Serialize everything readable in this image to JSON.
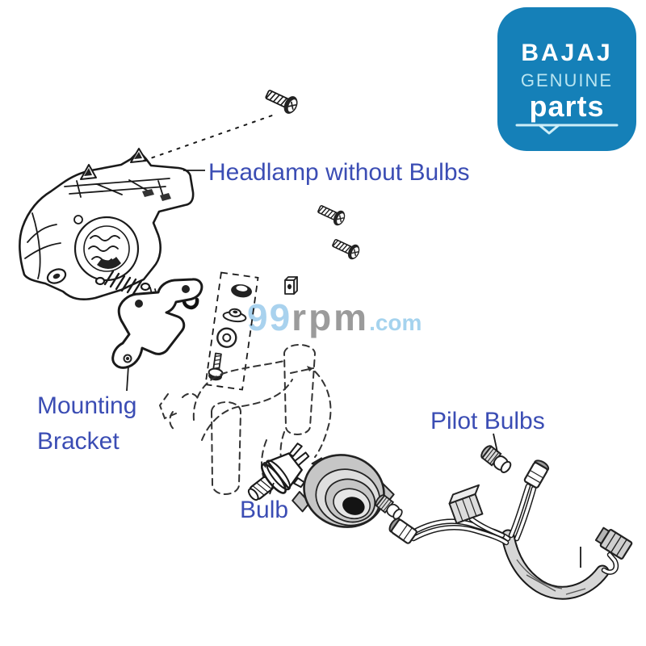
{
  "page": {
    "background": "#ffffff"
  },
  "logo": {
    "brand": "BAJAJ",
    "genuine": "GENUINE",
    "parts": "parts",
    "background_color": "#1580b8",
    "brand_color": "#ffffff",
    "genuine_color": "#b9e5f1"
  },
  "watermark": {
    "prefix": "99",
    "middle": "rpm",
    "suffix": ".com",
    "prefix_color": "#a9d2ee",
    "middle_color": "#9b9b9b",
    "suffix_color": "#a5d3ee"
  },
  "labels": {
    "headlamp": "Headlamp without Bulbs",
    "mounting_bracket": "Mounting Bracket",
    "bulb": "Bulb",
    "pilot_bulbs": "Pilot Bulbs",
    "text_color": "#3b4db4"
  },
  "diagram": {
    "line_color": "#1a1a1a",
    "boot_fill": "#c6c6c6",
    "parts": [
      "mounting-screw-top",
      "headlamp-assembly",
      "adjuster-screw-upper",
      "adjuster-screw-lower",
      "adjuster-kit-dashed-box",
      "square-nut-clip",
      "mounting-bracket",
      "fork-reference-phantom",
      "headlamp-bulb",
      "rubber-boot",
      "pilot-bulb-right",
      "pilot-bulb-left",
      "wiring-harness"
    ]
  }
}
